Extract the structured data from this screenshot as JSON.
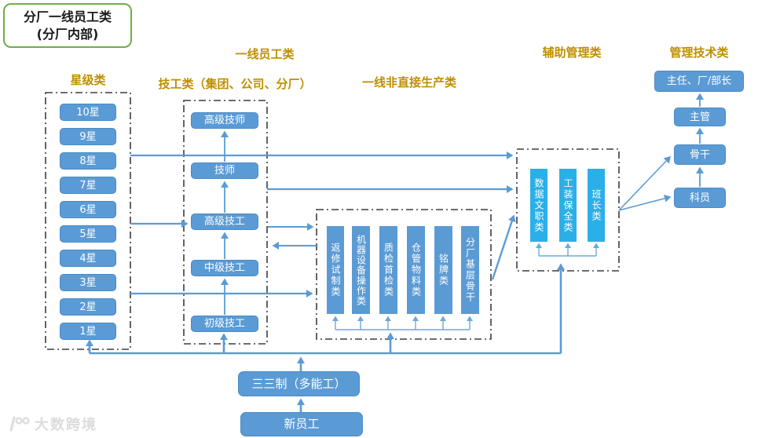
{
  "title": {
    "line1": "分厂一线员工类",
    "line2": "(分厂内部)"
  },
  "headers": {
    "star": "星级类",
    "frontline": "一线员工类",
    "technician": "技工类（集团、公司、分厂）",
    "indirect": "一线非直接生产类",
    "aux": "辅助管理类",
    "mgmt": "管理技术类"
  },
  "star_levels": [
    "10星",
    "9星",
    "8星",
    "7星",
    "6星",
    "5星",
    "4星",
    "3星",
    "2星",
    "1星"
  ],
  "technician_levels": [
    "高级技师",
    "技师",
    "高级技工",
    "中级技工",
    "初级技工"
  ],
  "indirect_categories": [
    "返修试制类",
    "机器设备操作类",
    "质检首检类",
    "仓管物料类",
    "铭牌类",
    "分厂基层骨干"
  ],
  "aux_categories": [
    "数据文职类",
    "工装保全类",
    "班长类"
  ],
  "mgmt_levels": [
    "主任、厂/部长",
    "主管",
    "骨干",
    "科员"
  ],
  "bottom": {
    "multi_skill": "三三制（多能工）",
    "new_employee": "新员工"
  },
  "watermark": {
    "icon": "logo-icon",
    "text": "大数跨境"
  },
  "colors": {
    "box_blue": "#5B9BD5",
    "box_cyan": "#2BAFE8",
    "header_gold": "#BF8F00",
    "line_blue": "#5B9BD5",
    "title_green": "#70AD47",
    "dash_border": "#3d3d3d"
  }
}
